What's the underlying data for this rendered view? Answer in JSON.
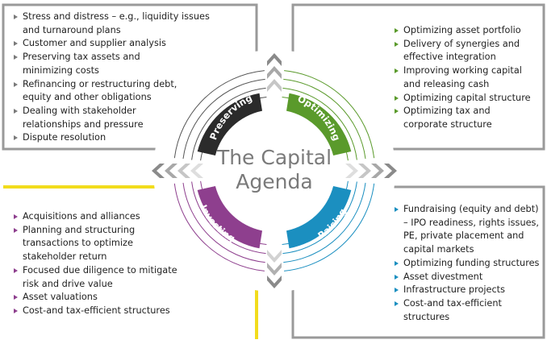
{
  "center": {
    "line1": "The Capital",
    "line2": "Agenda"
  },
  "quadrants": {
    "preserving": {
      "label": "Preserving",
      "color": "#2b2b2b",
      "items": [
        "Stress and distress – e.g., liquidity issues",
        "and turnaround plans",
        "Customer and supplier analysis",
        "Preserving tax assets and",
        "minimizing costs",
        "Refinancing or restructuring debt,",
        "equity and other obligations",
        "Dealing with stakeholder",
        "relationships and pressure",
        "Dispute resolution"
      ],
      "bullets": [
        true,
        false,
        true,
        true,
        false,
        true,
        false,
        true,
        false,
        true
      ]
    },
    "optimizing": {
      "label": "Optimizing",
      "color": "#5a9a2b",
      "items": [
        "Optimizing asset portfolio",
        "Delivery of synergies and",
        "effective integration",
        "Improving working capital",
        "and releasing cash",
        "Optimizing capital structure",
        "Optimizing tax and",
        "corporate structure"
      ],
      "bullets": [
        true,
        true,
        false,
        true,
        false,
        true,
        true,
        false
      ]
    },
    "investing": {
      "label": "Investing",
      "color": "#8e3f8e",
      "items": [
        "Acquisitions and alliances",
        "Planning and structuring",
        "transactions to optimize",
        "stakeholder return",
        "Focused due diligence to mitigate",
        "risk and drive value",
        "Asset valuations",
        "Cost-and tax-efficient structures"
      ],
      "bullets": [
        true,
        true,
        false,
        false,
        true,
        false,
        true,
        true
      ]
    },
    "raising": {
      "label": "Raising",
      "color": "#1b8fc0",
      "items": [
        "Fundraising (equity and debt)",
        "– IPO readiness, rights issues,",
        "PE, private placement and",
        "capital markets",
        "Optimizing funding structures",
        "Asset divestment",
        "Infrastructure projects",
        "Cost-and tax-efficient",
        "structures"
      ],
      "bullets": [
        true,
        false,
        false,
        false,
        true,
        true,
        true,
        true,
        false
      ]
    }
  },
  "colors": {
    "frame_grey": "#9a9a9a",
    "frame_yellow": "#f2dc1c",
    "chevron": "#8a8a8a"
  }
}
